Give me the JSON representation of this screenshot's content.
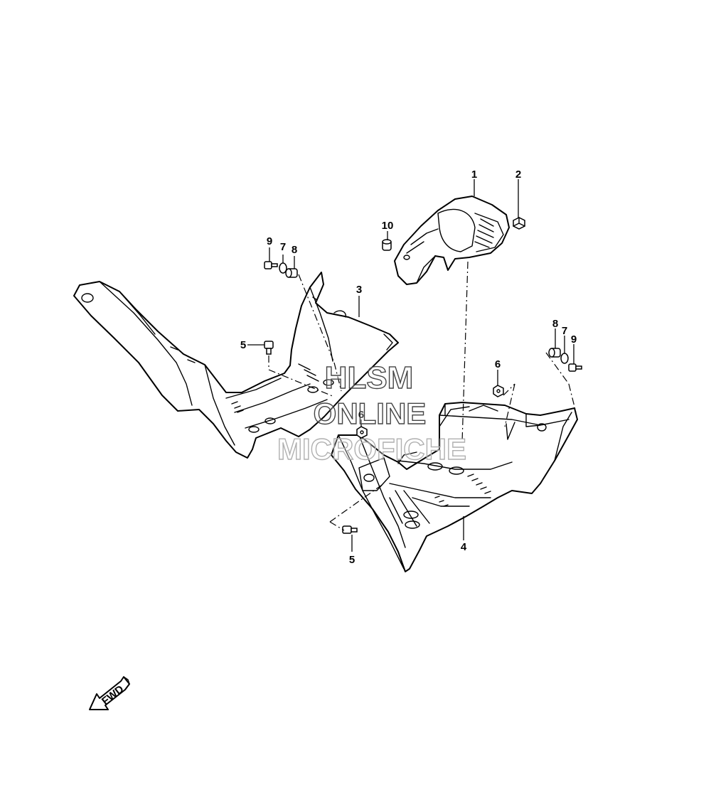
{
  "callouts": {
    "c1": "1",
    "c2": "2",
    "c3": "3",
    "c4": "4",
    "c5a": "5",
    "c5b": "5",
    "c6a": "6",
    "c6b": "6",
    "c7a": "7",
    "c7b": "7",
    "c8a": "8",
    "c8b": "8",
    "c9a": "9",
    "c9b": "9",
    "c10": "10"
  },
  "watermark": {
    "line1": "HLSM",
    "line2": "ONLINE",
    "line3": "MICROFICHE"
  },
  "direction": {
    "label": "FWD"
  }
}
